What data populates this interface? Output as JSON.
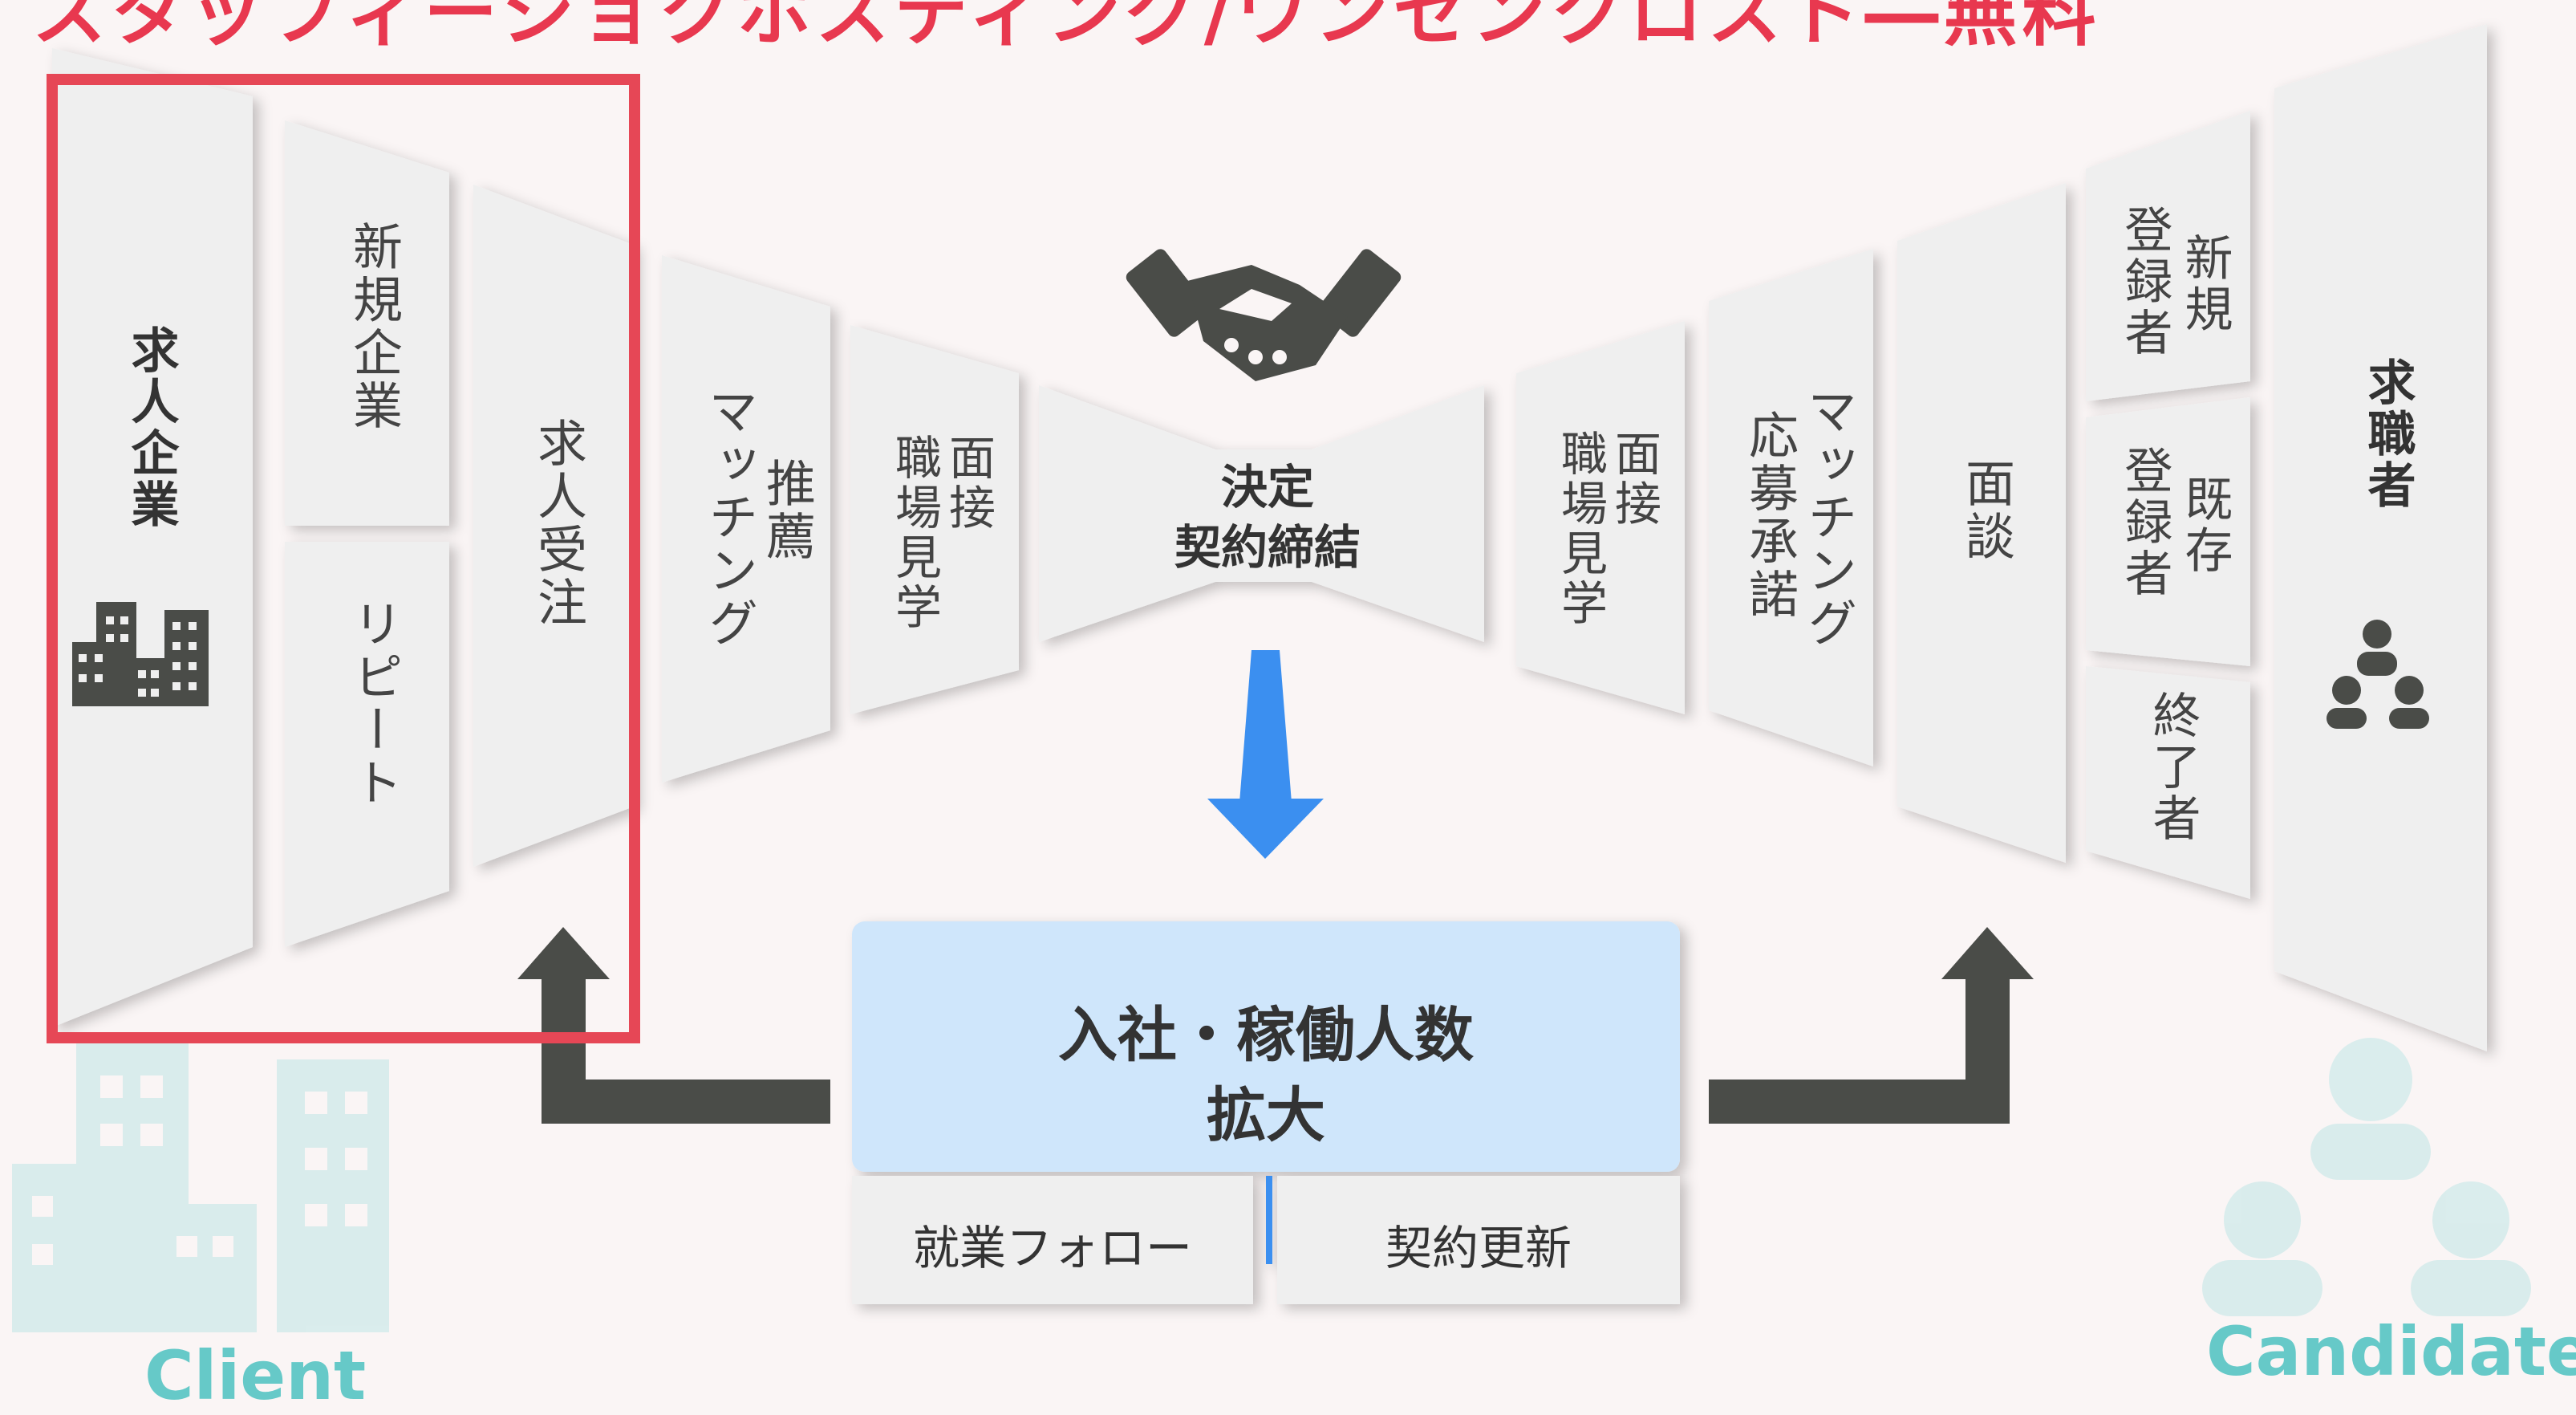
{
  "header": {
    "title": "スタッフィーショクホスティング/ワンセンクロスト―無料"
  },
  "client_side": {
    "main": "求人企業",
    "new_clients": "新規企業",
    "repeat": "リピート",
    "order": "求人受注",
    "tag": "Client"
  },
  "steps_left": {
    "recommend": "推薦",
    "matching": "マッチング",
    "interview_tour_1": "面接",
    "interview_tour_2": "職場見学"
  },
  "center": {
    "decision_1": "決定",
    "decision_2": "契約締結",
    "result_1": "入社・稼働人数",
    "result_2": "拡大",
    "follow": "就業フォロー",
    "renewal": "契約更新"
  },
  "steps_right": {
    "interview_tour_1": "面接",
    "interview_tour_2": "職場見学",
    "matching": "マッチング",
    "apply_accept": "応募承諾",
    "meeting": "面談"
  },
  "candidate_side": {
    "new_reg_1": "新規",
    "new_reg_2": "登録者",
    "existing_reg_1": "既存",
    "existing_reg_2": "登録者",
    "finished": "終了者",
    "main": "求職者",
    "tag": "Candidate"
  },
  "colors": {
    "highlight": "#e64756",
    "arrow_blue": "#3b8ff0",
    "result_box": "#cfe6fb",
    "dark_arrow": "#4a4c48",
    "teal": "#66c9c8"
  },
  "icons": {
    "handshake": "handshake-icon",
    "building": "building-icon",
    "people": "people-icon",
    "down_arrow": "down-arrow-icon"
  }
}
